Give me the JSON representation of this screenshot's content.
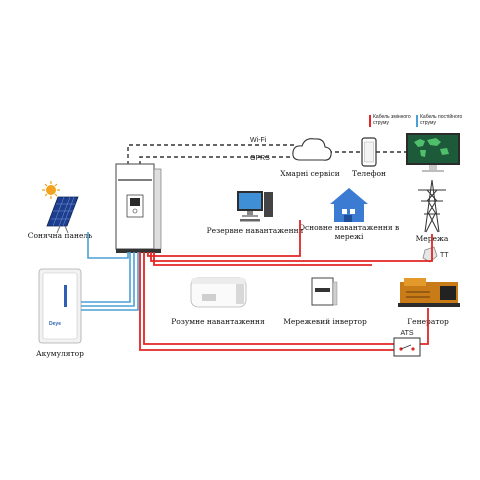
{
  "links": {
    "wifi": "Wi-Fi",
    "gprs": "GPRS"
  },
  "nodes": {
    "cloud": "Хмарні сервіси",
    "phone": "Телефон",
    "solar": "Сонячна панель",
    "backup_load": "Резервне навантаження",
    "main_load": "Основне навантаження в мережі",
    "grid": "Мережа",
    "ct": "ТТ",
    "battery": "Акумулятор",
    "battery_brand": "Deye",
    "smart_load": "Розумне навантаження",
    "grid_inverter": "Мережевий інвертор",
    "generator": "Генератор",
    "ats": "ATS"
  },
  "legend": {
    "ac_cable": "Кабель змінного струму",
    "dc_cable": "Кабель постійного струму"
  },
  "colors": {
    "ac": "#e32525",
    "dc": "#4a9fd6",
    "comm": "#333333",
    "monitor_screen": "#1d5a3a"
  }
}
